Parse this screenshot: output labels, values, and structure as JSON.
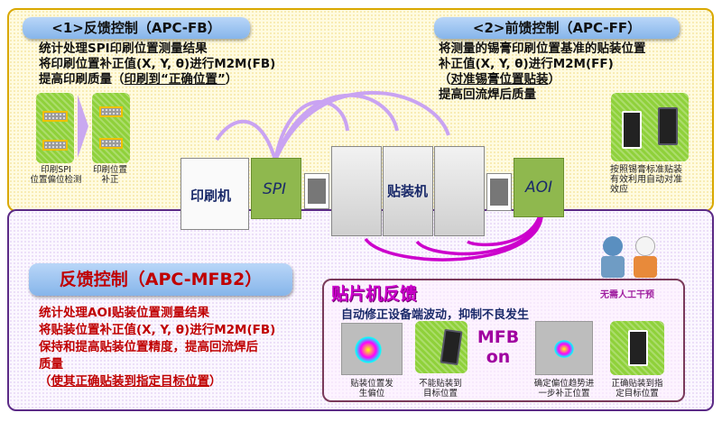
{
  "apc_fb": {
    "title": "<1>反馈控制（APC-FB）",
    "lines": [
      "统计处理SPI印刷位置测量结果",
      "将印刷位置补正值(X, Y, θ)进行M2M(FB)"
    ],
    "line3_prefix": "提高印刷质量（",
    "line3_underline": "印刷到“正确位置”",
    "line3_suffix": "）",
    "cap_left": [
      "印刷SPI",
      "位置偏位检测"
    ],
    "cap_right": [
      "印刷位置",
      "补正"
    ]
  },
  "apc_ff": {
    "title": "<2>前馈控制（APC-FF）",
    "lines": [
      "将测量的锡膏印刷位置基准的贴装位置",
      "补正值(X, Y, θ)进行M2M(FF)"
    ],
    "line3_prefix": "（",
    "line3_underline": "对准锡膏位置贴装",
    "line3_suffix": "）",
    "line4": "提高回流焊后质量",
    "caption": [
      "按照锡膏标准贴装",
      "有效利用自动对准",
      "效应"
    ]
  },
  "line": {
    "printer": "印刷机",
    "spi": "SPI",
    "mounter": "贴装机",
    "aoi": "AOI"
  },
  "apc_mfb2": {
    "title": "反馈控制（APC-MFB2）",
    "lines": [
      "统计处理AOI贴装位置测量结果",
      "将贴装位置补正值(X, Y, θ)进行M2M(FB)",
      "保持和提高贴装位置精度，提高回流焊后",
      "质量"
    ],
    "line5_prefix": "（",
    "line5_underline": "使其正确贴装到指定目标位置",
    "line5_suffix": "）"
  },
  "mounter_fb": {
    "title": "贴片机反馈",
    "subtitle": "自动修正设备端波动，抑制不良发生",
    "no_human": "无需人工干预",
    "mfb": "MFB",
    "on": "on",
    "captions": [
      [
        "贴装位置发",
        "生偏位"
      ],
      [
        "不能贴装到",
        "目标位置"
      ],
      [
        "确定偏位趋势进",
        "一步补正位置"
      ],
      [
        "正确贴装到指",
        "定目标位置"
      ]
    ]
  },
  "colors": {
    "yellow_border": "#d9a800",
    "purple_border": "#5b2a86",
    "red_text": "#c00000",
    "magenta": "#cc00cc",
    "navy": "#1a2a6a"
  }
}
